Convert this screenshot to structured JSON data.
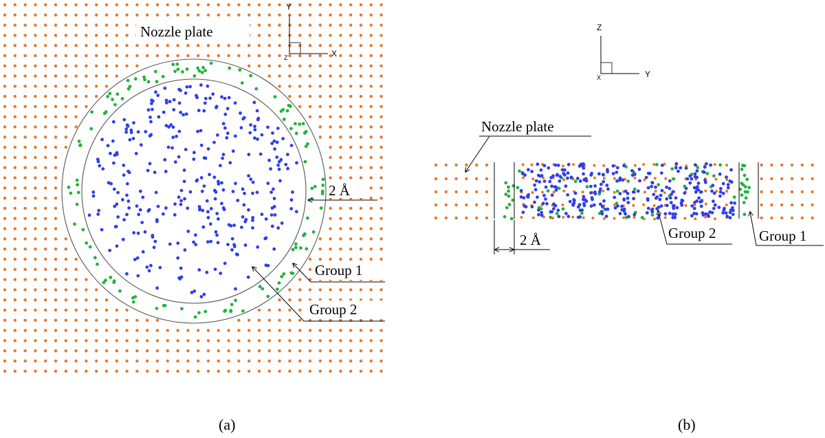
{
  "colors": {
    "nozzle_atom": "#e8762a",
    "group1_atom": "#22b33a",
    "group2_atom": "#2f3fe6",
    "line": "#000000"
  },
  "panel_a": {
    "nozzle_label": "Nozzle plate",
    "axis_y": "Y",
    "axis_x": "X",
    "axis_z": "Z",
    "gap_label": "2 Å",
    "group1_label": "Group 1",
    "group2_label": "Group 2",
    "caption": "(a)"
  },
  "panel_b": {
    "nozzle_label": "Nozzle plate",
    "axis_z": "Z",
    "axis_y": "Y",
    "axis_x": "X",
    "gap_label": "2 Å",
    "group1_label": "Group 1",
    "group2_label": "Group 2",
    "caption": "(b)"
  }
}
